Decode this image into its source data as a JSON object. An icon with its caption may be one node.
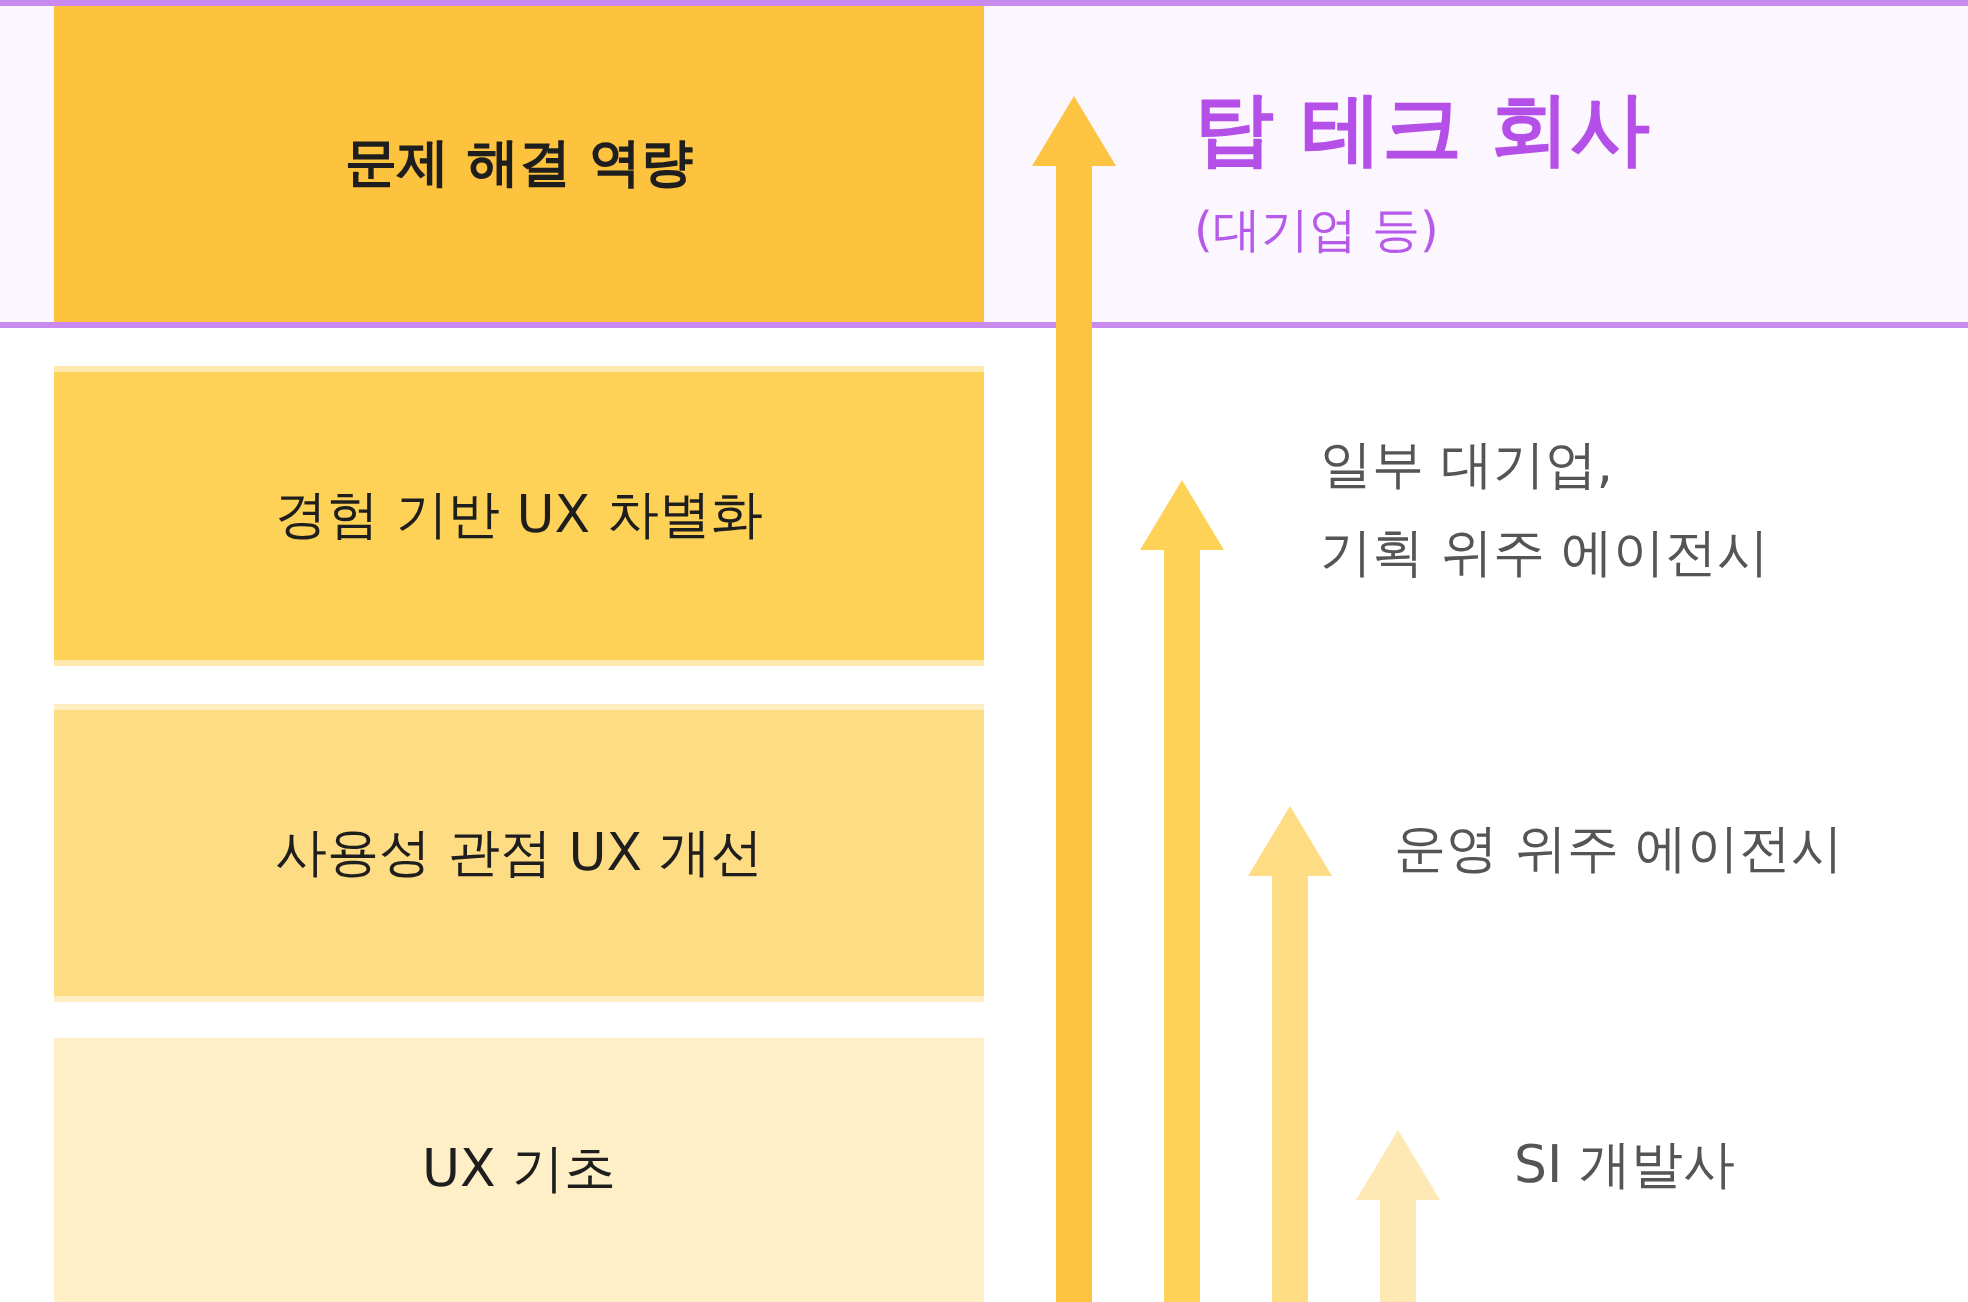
{
  "diagram": {
    "nodes": [
      {
        "text": [
          "탑 테크 회사",
          "(대기업 등)"
        ]
      },
      {
        "text": [
          "문제 해결 역량"
        ],
        "in": 0
      },
      {
        "text": [
          "경험 기반 UX 차별화"
        ]
      },
      {
        "text": [
          "일부 대기업, 기획 위주 에이전시"
        ]
      },
      {
        "text": [
          "사용성 관점 UX 개선"
        ]
      },
      {
        "text": [
          "운영 위주 에이전시"
        ]
      },
      {
        "text": [
          "UX 기초"
        ]
      },
      {
        "text": [
          "SI 개발사"
        ]
      }
    ]
  }
}
